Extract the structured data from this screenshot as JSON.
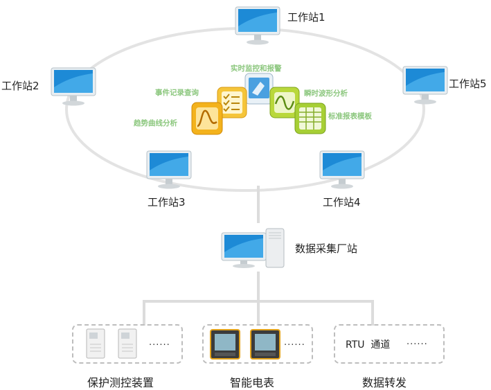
{
  "workstations": [
    "工作站1",
    "工作站2",
    "工作站3",
    "工作站4",
    "工作站5"
  ],
  "features": [
    "实时监控和报警",
    "事件记录查询",
    "瞬时波形分析",
    "趋势曲线分析",
    "标准报表模板"
  ],
  "server_label": "数据采集厂站",
  "groups": {
    "protection": {
      "label": "保护测控装置",
      "more": "......"
    },
    "meter": {
      "label": "智能电表",
      "more": "......"
    },
    "rtu": {
      "label": "数据转发",
      "channel": "RTU  通道",
      "more": "......"
    }
  }
}
